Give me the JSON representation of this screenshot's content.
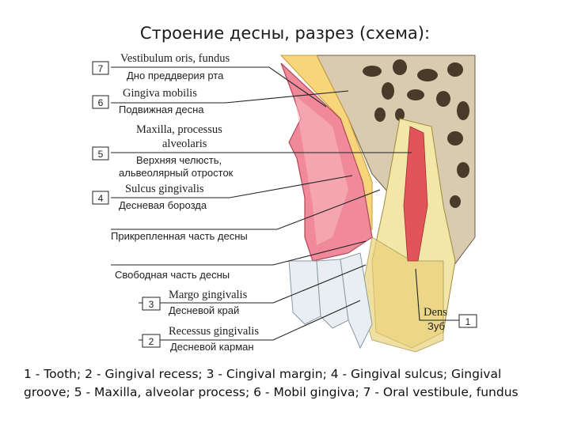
{
  "title": "Строение десны, разрез (схема):",
  "labels": [
    {
      "num": "7",
      "latin": "Vestibulum oris, fundus",
      "russian": "Дно преддверия рта"
    },
    {
      "num": "6",
      "latin": "Gingiva mobilis",
      "russian": "Подвижная десна"
    },
    {
      "num": "5",
      "latin_line1": "Maxilla, processus",
      "latin_line2": "alveolaris",
      "russian_line1": "Верхняя челюсть,",
      "russian_line2": "альвеолярный отросток"
    },
    {
      "num": "4",
      "latin": "Sulcus gingivalis",
      "russian": "Десневая борозда"
    },
    {
      "russian": "Прикрепленная часть десны"
    },
    {
      "russian": "Свободная часть десны"
    },
    {
      "num": "3",
      "latin": "Margo gingivalis",
      "russian": "Десневой край"
    },
    {
      "num": "2",
      "latin": "Recessus gingivalis",
      "russian": "Десневой карман"
    },
    {
      "num": "1",
      "latin": "Dens",
      "russian": "Зуб"
    }
  ],
  "caption": "1 - Tooth; 2 - Gingival recess; 3 - Cingival margin; 4 - Gingival sulcus; Gingival groove; 5 - Maxilla, alveolar process; 6 - Mobil gingiva; 7 - Oral vestibule, fundus",
  "colors": {
    "gum": "#f08a9a",
    "gum_light": "#f7b7c0",
    "mucosa_yellow": "#f7d57a",
    "bone": "#d8cbb0",
    "bone_dark": "#4a3a2a",
    "tooth": "#f2e6a8",
    "tooth_root": "#e9d27a",
    "pulp": "#e0545a",
    "teeth_white": "#e8eef2"
  }
}
